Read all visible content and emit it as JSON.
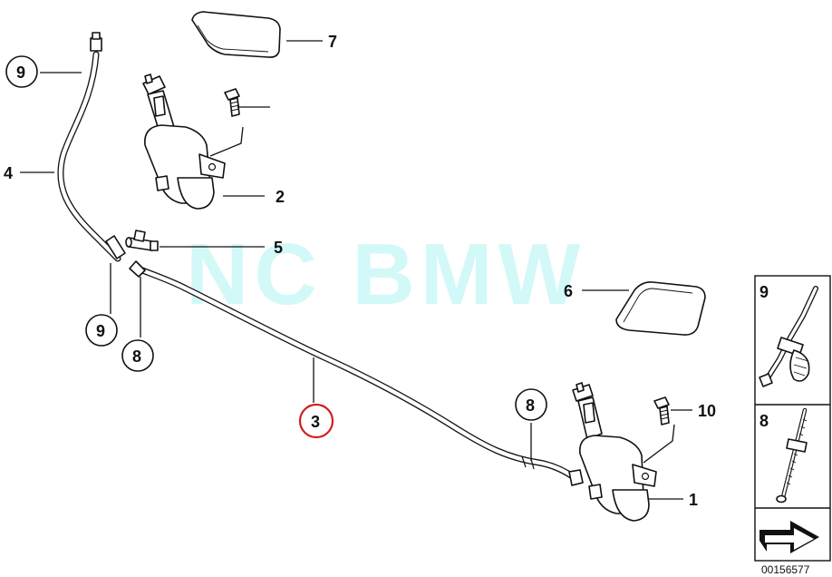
{
  "watermark": "NC BMW",
  "callouts": {
    "c1": "1",
    "c2": "2",
    "c3": "3",
    "c4": "4",
    "c5": "5",
    "c6": "6",
    "c7": "7",
    "c8a": "8",
    "c8b": "8",
    "c9a": "9",
    "c9b": "9",
    "c10": "10"
  },
  "highlight_color": "#d21d1d",
  "inset": {
    "top_label": "9",
    "middle_label": "8"
  },
  "doc_id": "00156577"
}
